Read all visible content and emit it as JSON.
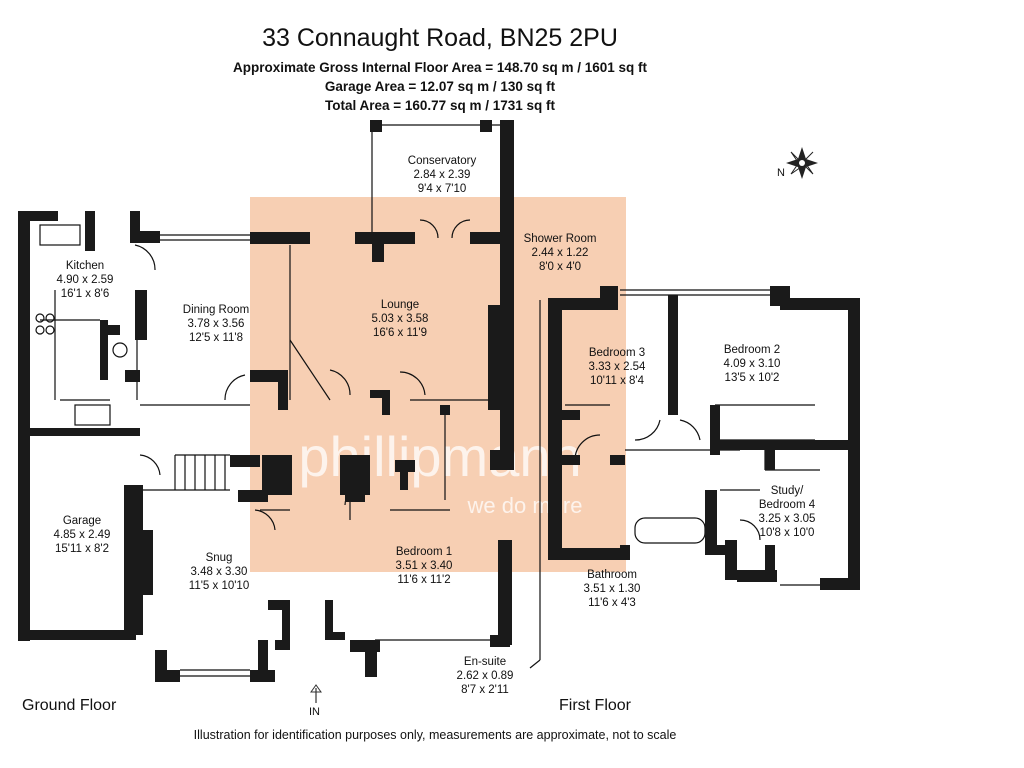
{
  "title": "33 Connaught Road, BN25 2PU",
  "areas": [
    "Approximate Gross Internal Floor Area = 148.70 sq m / 1601 sq ft",
    "Garage Area = 12.07 sq m / 130 sq ft",
    "Total Area = 160.77 sq m / 1731 sq ft"
  ],
  "rooms": {
    "conservatory": {
      "name": "Conservatory",
      "metric": "2.84 x 2.39",
      "imperial": "9'4 x 7'10"
    },
    "shower_room": {
      "name": "Shower Room",
      "metric": "2.44 x 1.22",
      "imperial": "8'0 x 4'0"
    },
    "kitchen": {
      "name": "Kitchen",
      "metric": "4.90 x 2.59",
      "imperial": "16'1 x 8'6"
    },
    "dining_room": {
      "name": "Dining Room",
      "metric": "3.78 x 3.56",
      "imperial": "12'5 x 11'8"
    },
    "lounge": {
      "name": "Lounge",
      "metric": "5.03 x 3.58",
      "imperial": "16'6 x 11'9"
    },
    "bedroom3": {
      "name": "Bedroom 3",
      "metric": "3.33 x 2.54",
      "imperial": "10'11 x 8'4"
    },
    "bedroom2": {
      "name": "Bedroom 2",
      "metric": "4.09 x 3.10",
      "imperial": "13'5 x 10'2"
    },
    "garage": {
      "name": "Garage",
      "metric": "4.85 x 2.49",
      "imperial": "15'11 x 8'2"
    },
    "snug": {
      "name": "Snug",
      "metric": "3.48 x 3.30",
      "imperial": "11'5 x 10'10"
    },
    "bedroom1": {
      "name": "Bedroom 1",
      "metric": "3.51 x 3.40",
      "imperial": "11'6 x 11'2"
    },
    "study": {
      "name": "Study/",
      "name2": "Bedroom 4",
      "metric": "3.25 x 3.05",
      "imperial": "10'8 x 10'0"
    },
    "bathroom": {
      "name": "Bathroom",
      "metric": "3.51 x 1.30",
      "imperial": "11'6 x 4'3"
    },
    "ensuite": {
      "name": "En-suite",
      "metric": "2.62 x 0.89",
      "imperial": "8'7 x 2'11"
    }
  },
  "compass_label": "N",
  "entrance_label": "IN",
  "floors": {
    "ground": "Ground Floor",
    "first": "First Floor"
  },
  "watermark": {
    "brand": "phillipmann",
    "tagline": "we do more"
  },
  "footer": "Illustration for identification purposes only, measurements are approximate, not to scale",
  "colors": {
    "wall": "#1a1a1a",
    "overlay": "#f5c3a0",
    "watermark": "#ffffff"
  }
}
